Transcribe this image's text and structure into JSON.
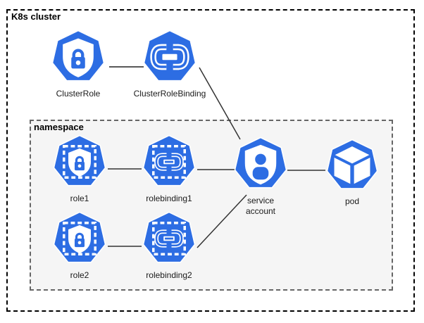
{
  "cluster": {
    "label": "K8s cluster"
  },
  "namespace": {
    "label": "namespace"
  },
  "nodes": {
    "clusterrole": {
      "label": "ClusterRole"
    },
    "clusterrolebinding": {
      "label": "ClusterRoleBinding"
    },
    "role1": {
      "label": "role1"
    },
    "rolebinding1": {
      "label": "rolebinding1"
    },
    "role2": {
      "label": "role2"
    },
    "rolebinding2": {
      "label": "rolebinding2"
    },
    "service_account": {
      "label": "service account"
    },
    "pod": {
      "label": "pod"
    }
  },
  "edges": [
    {
      "from": "ClusterRole",
      "to": "ClusterRoleBinding"
    },
    {
      "from": "ClusterRoleBinding",
      "to": "service account"
    },
    {
      "from": "role1",
      "to": "rolebinding1"
    },
    {
      "from": "rolebinding1",
      "to": "service account"
    },
    {
      "from": "role2",
      "to": "rolebinding2"
    },
    {
      "from": "rolebinding2",
      "to": "service account"
    },
    {
      "from": "service account",
      "to": "pod"
    }
  ],
  "icons": {
    "clusterrole": "shield-lock-icon",
    "clusterrolebinding": "chain-link-icon",
    "role1": "shield-lock-dashed-icon",
    "rolebinding1": "chain-link-dashed-icon",
    "role2": "shield-lock-dashed-icon",
    "rolebinding2": "chain-link-dashed-icon",
    "service_account": "user-shield-icon",
    "pod": "cube-icon"
  },
  "colors": {
    "icon_blue": "#2D6DE3",
    "icon_glyph_white": "#FFFFFF",
    "namespace_bg": "#F5F5F5",
    "cluster_border": "#000000",
    "namespace_border": "#666666",
    "edge_dark": "#333333",
    "edge_gray": "#595959",
    "label_text": "#1A1A1A"
  }
}
